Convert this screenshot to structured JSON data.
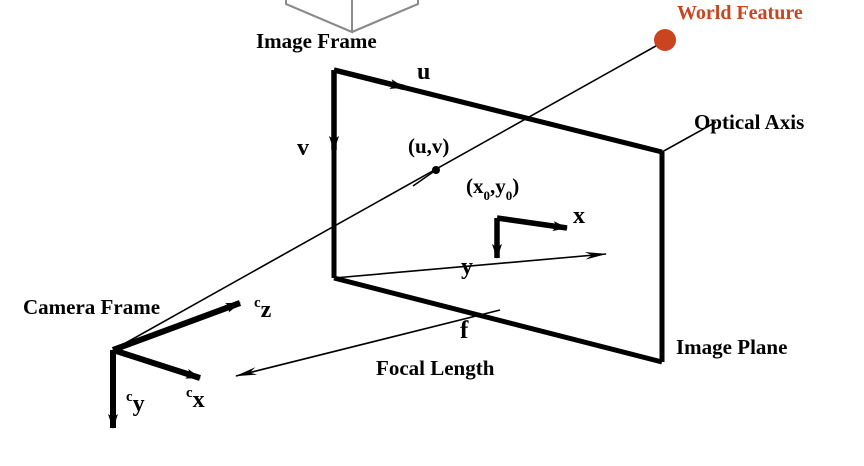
{
  "diagram": {
    "title": "Pinhole camera projection geometry",
    "colors": {
      "stroke": "#000000",
      "thin_stroke": "#1a1a1a",
      "world_feature": "#c9441f",
      "wireframe": "#808080",
      "background": "#ffffff"
    },
    "labels": {
      "image_frame": "Image Frame",
      "camera_frame": "Camera Frame",
      "world_feature": "World Feature",
      "optical_axis": "Optical Axis",
      "image_plane": "Image Plane",
      "focal_symbol": "f",
      "focal_length": "Focal Length",
      "pixel_point": "(u,v)",
      "principal_point_open": "(x",
      "principal_point_sub0": "0",
      "principal_point_comma": ",y",
      "principal_point_sub0b": "0",
      "principal_point_close": ")",
      "axis_u": "u",
      "axis_v": "v",
      "axis_x": "x",
      "axis_y": "y",
      "cam_sup": "c",
      "cam_axis_z": "z",
      "cam_axis_x": "x",
      "cam_axis_y": "y"
    },
    "geometry": {
      "image_plane_corners": "(334,70) (662,152) (662,362) (334,278)",
      "camera_origin": "(113,350)",
      "world_feature_point": "(665,40)",
      "pixel_point_dot": "(436,170)",
      "principal_origin": "(497,218)"
    }
  }
}
